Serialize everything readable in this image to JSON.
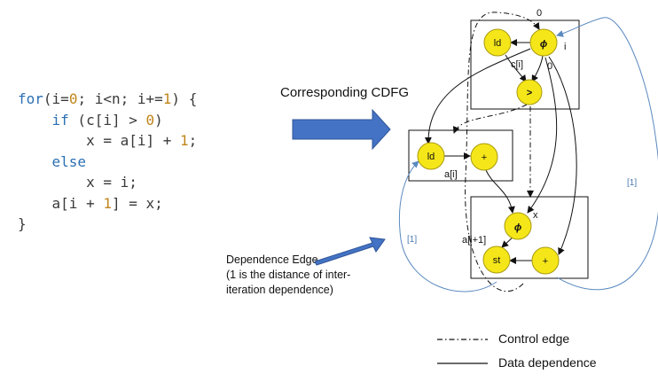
{
  "code_lines": [
    [
      {
        "t": "for",
        "c": "kw"
      },
      {
        "t": "(i="
      },
      {
        "t": "0",
        "c": "num"
      },
      {
        "t": "; i<n; i+="
      },
      {
        "t": "1",
        "c": "num"
      },
      {
        "t": ") {"
      }
    ],
    [
      {
        "t": "    "
      },
      {
        "t": "if",
        "c": "kw"
      },
      {
        "t": " (c[i] > "
      },
      {
        "t": "0",
        "c": "num"
      },
      {
        "t": ")"
      }
    ],
    [
      {
        "t": "        x = a[i] + "
      },
      {
        "t": "1",
        "c": "num"
      },
      {
        "t": ";"
      }
    ],
    [
      {
        "t": "    "
      },
      {
        "t": "else",
        "c": "kw"
      }
    ],
    [
      {
        "t": "        x = i;"
      }
    ],
    [
      {
        "t": "    a[i + "
      },
      {
        "t": "1",
        "c": "num"
      },
      {
        "t": "] = x;"
      }
    ],
    [
      {
        "t": "}"
      }
    ]
  ],
  "labels": {
    "cdfg": "Corresponding CDFG",
    "dependence_edge": "Dependence Edge",
    "dependence_note_1": "(1 is the distance of inter-",
    "dependence_note_2": "iteration dependence)"
  },
  "nodes": {
    "ld_top": "ld",
    "phi_top": "ϕ",
    "gt": ">",
    "ld_mid": "ld",
    "plus_mid": "+",
    "phi_bottom": "ϕ",
    "st": "st",
    "plus_bottom": "+"
  },
  "edge_labels": {
    "zero_top": "0",
    "i": "i",
    "ci": "c[i]",
    "zero_gt": "0",
    "ai": "a[i]",
    "x": "x",
    "ai1": "a[i+1]",
    "dist_left": "[1]",
    "dist_right": "[1]"
  },
  "legend": {
    "control": "Control edge",
    "data": "Data dependence"
  },
  "colors": {
    "node_fill": "#f5e619",
    "node_stroke": "#a89a10",
    "arrow_fill": "#4472c4",
    "arrow_stroke": "#2f5597",
    "carried_edge": "#5b8ac0",
    "keyword": "#2b6fb3",
    "number": "#c0851a"
  }
}
